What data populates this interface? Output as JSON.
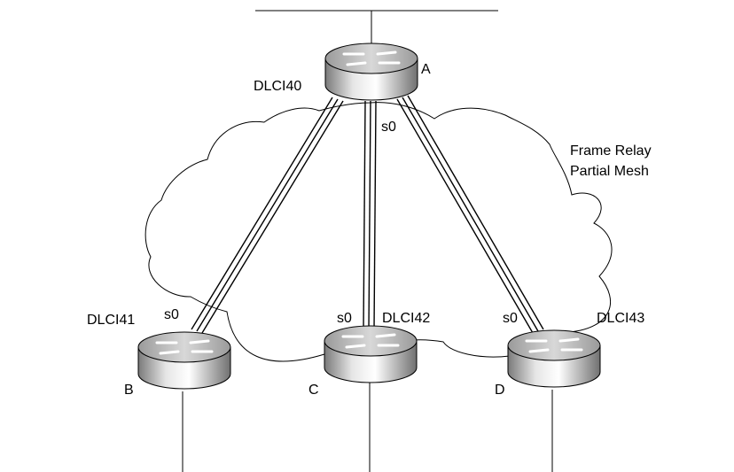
{
  "title": "Frame Relay",
  "subtitle": "Partial Mesh",
  "routers": {
    "a": {
      "name": "A",
      "dlci": "DLCI40",
      "interface": "s0"
    },
    "b": {
      "name": "B",
      "dlci": "DLCI41",
      "interface": "s0"
    },
    "c": {
      "name": "C",
      "dlci": "DLCI42",
      "interface": "s0"
    },
    "d": {
      "name": "D",
      "dlci": "DLCI43",
      "interface": "s0"
    }
  },
  "icons": {
    "router": "router-icon",
    "cloud": "cloud-icon"
  },
  "colors": {
    "line": "#000000",
    "router_light": "#e8e8e8",
    "router_dark": "#8a8a8a"
  }
}
